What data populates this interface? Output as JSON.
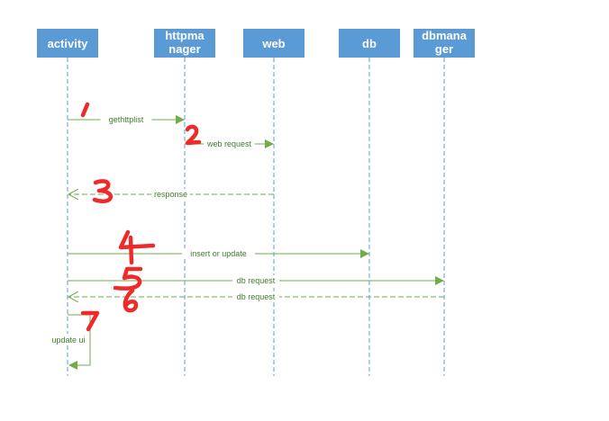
{
  "diagram": {
    "participants": [
      {
        "id": "activity",
        "label": [
          "activity"
        ]
      },
      {
        "id": "httpmanager",
        "label": [
          "httpma",
          "nager"
        ]
      },
      {
        "id": "web",
        "label": [
          "web"
        ]
      },
      {
        "id": "db",
        "label": [
          "db"
        ]
      },
      {
        "id": "dbmanager",
        "label": [
          "dbmana",
          "ger"
        ]
      }
    ],
    "messages": [
      {
        "from": "activity",
        "to": "httpmanager",
        "label": "gethttplist",
        "style": "solid"
      },
      {
        "from": "httpmanager",
        "to": "web",
        "label": "web request",
        "style": "solid"
      },
      {
        "from": "web",
        "to": "activity",
        "label": "response",
        "style": "dashed"
      },
      {
        "from": "activity",
        "to": "db",
        "label": "insert or update",
        "style": "solid"
      },
      {
        "from": "activity",
        "to": "dbmanager",
        "label": "db request",
        "style": "solid"
      },
      {
        "from": "dbmanager",
        "to": "activity",
        "label": "db request",
        "style": "dashed"
      },
      {
        "from": "activity",
        "to": "activity",
        "label": "update ui",
        "style": "self"
      }
    ],
    "annotations": [
      "1",
      "2",
      "3",
      "4",
      "5",
      "6",
      "7"
    ],
    "colors": {
      "header_fill": "#5b9bd5",
      "lifeline": "#5b9bd5",
      "arrow": "#70ad47",
      "label_text": "#3f7f2a",
      "annotation": "#ee2b2b"
    }
  }
}
